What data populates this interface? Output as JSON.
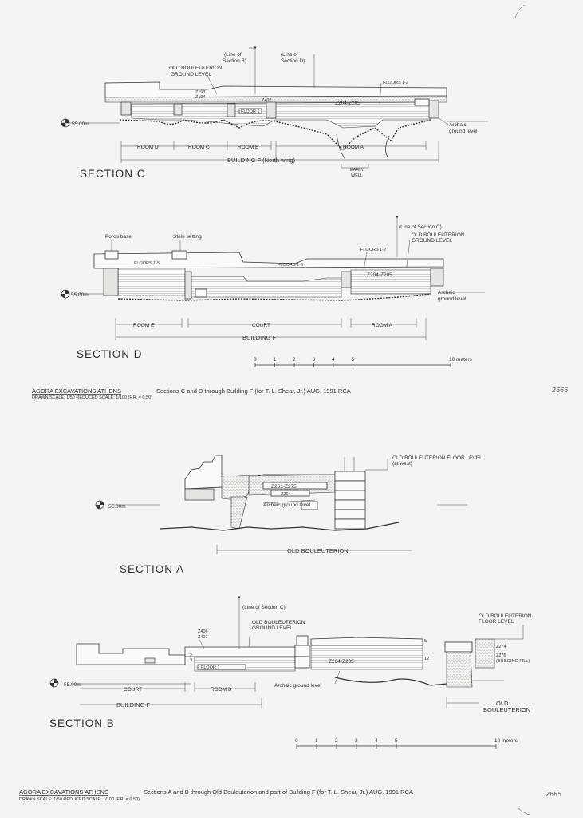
{
  "section_c": {
    "title": "SECTION C",
    "level": "55.00m",
    "line_b": [
      "(Line of",
      "Section B)"
    ],
    "line_d": [
      "(Line of",
      "Section D)"
    ],
    "old_ground": [
      "OLD BOULEUTERION",
      "GROUND LEVEL"
    ],
    "z193": "Z193",
    "z194": "Z194",
    "z407": "Z407",
    "z204": "Z204-Z205",
    "floors": "FLOORS 1-2",
    "floor1": "FLOOR 1",
    "archaic": [
      "Archaic",
      "ground level"
    ],
    "rooms": [
      "ROOM D",
      "ROOM C",
      "ROOM B",
      "ROOM A"
    ],
    "building": "BUILDING F (North wing)",
    "well": [
      "EARLY",
      "WELL"
    ]
  },
  "section_d": {
    "title": "SECTION D",
    "level": "55.00m",
    "poros": "Poros base",
    "stele": "Stele setting",
    "line_c": "(Line of Section C)",
    "old_ground": [
      "OLD BOULEUTERION",
      "GROUND LEVEL"
    ],
    "floors15": "FLOORS 1-5",
    "floors16": "FLOORS 1-6",
    "floors12": "FLOORS 1-2",
    "z204": "Z204-Z205",
    "archaic": [
      "Archaic",
      "ground level"
    ],
    "rooms": [
      "ROOM E",
      "COURT",
      "ROOM A"
    ],
    "building": "BUILDING F"
  },
  "scale1": {
    "ticks": [
      "0",
      "1",
      "2",
      "3",
      "4",
      "5"
    ],
    "end": "10 meters"
  },
  "caption1": {
    "title": "AGORA EXCAVATIONS ATHENS",
    "text": "Sections C and D through Building F (for T. L. Shear, Jr.)  AUG. 1991  RCA",
    "scale": "DRAWN SCALE: 1/50    REDUCED SCALE: 1/100  (F.R. = 0.50)",
    "number": "2666"
  },
  "section_a": {
    "title": "SECTION A",
    "level": "55.00m",
    "floor_level": [
      "OLD BOULEUTERION FLOOR LEVEL",
      "(at west)"
    ],
    "z261": "Z261-Z275",
    "z264": "Z264",
    "archaic": "Archaic ground level",
    "building": "OLD BOULEUTERION"
  },
  "section_b": {
    "title": "SECTION B",
    "level": "55.00m",
    "line_c": "(Line of Section C)",
    "old_ground": [
      "OLD BOULEUTERION",
      "GROUND LEVEL"
    ],
    "z406": "Z406",
    "z407": "Z407",
    "floor1": "FLOOR 1",
    "z204": "Z204-Z205",
    "archaic": "Archaic ground level",
    "floor_level": [
      "OLD BOULEUTERION",
      "FLOOR LEVEL"
    ],
    "z274": "Z274",
    "z275": "Z275",
    "fill": "(BUILDING FILL)",
    "rooms": [
      "COURT",
      "ROOM B"
    ],
    "building": "BUILDING F",
    "old": [
      "OLD",
      "BOULEUTERION"
    ],
    "marks": [
      "2",
      "3",
      "5",
      "12"
    ]
  },
  "scale2": {
    "ticks": [
      "0",
      "1",
      "2",
      "3",
      "4",
      "5"
    ],
    "end": "10 meters"
  },
  "caption2": {
    "title": "AGORA EXCAVATIONS ATHENS",
    "text": "Sections A and B through Old Bouleuterion and part of Building F (for T. L. Shear, Jr.)  AUG. 1991  RCA",
    "scale": "DRAWN SCALE: 1/50    REDUCED SCALE: 1/100  (F.R. = 0.50)",
    "number": "2665"
  }
}
